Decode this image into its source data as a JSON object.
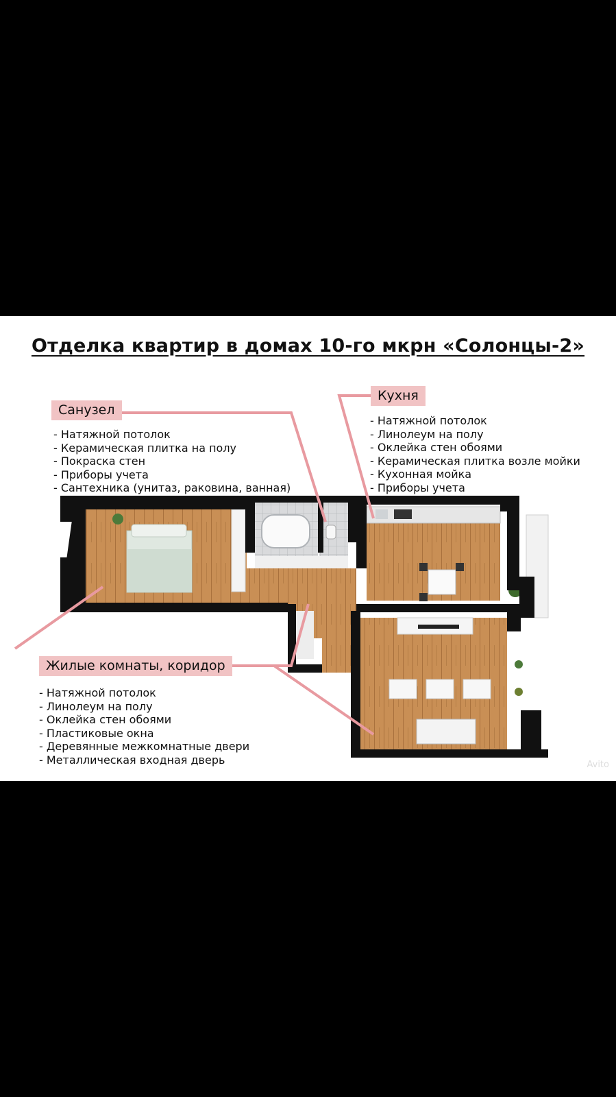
{
  "title": "Отделка квартир в домах 10-го мкрн «Солонцы-2»",
  "sections": {
    "bathroom": {
      "label": "Санузел",
      "items": [
        "Натяжной потолок",
        "Керамическая плитка на полу",
        "Покраска стен",
        "Приборы учета",
        "Сантехника (унитаз, раковина, ванная)"
      ]
    },
    "kitchen": {
      "label": "Кухня",
      "items": [
        "Натяжной потолок",
        "Линолеум на полу",
        "Оклейка стен обоями",
        "Керамическая плитка возле мойки",
        "Кухонная мойка",
        "Приборы учета"
      ]
    },
    "living": {
      "label": "Жилые комнаты, коридор",
      "items": [
        "Натяжной потолок",
        "Линолеум на полу",
        "Оклейка стен обоями",
        "Пластиковые окна",
        "Деревянные межкомнатные двери",
        "Металлическая входная дверь"
      ]
    }
  },
  "watermark": "Avito",
  "colors": {
    "label_bg": "#f1c3c4",
    "leader_line": "#e89aa0",
    "wall": "#111111",
    "floor": "#c9935a"
  }
}
